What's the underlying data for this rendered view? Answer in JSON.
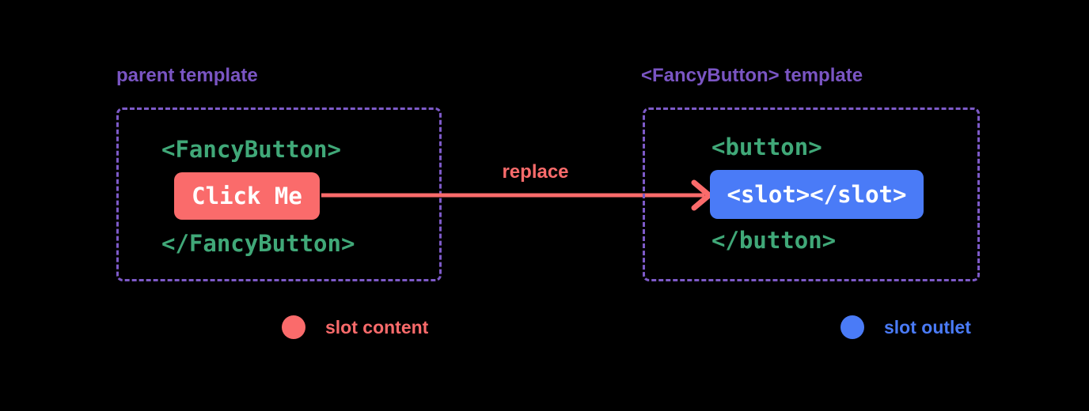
{
  "diagram": {
    "background_color": "#000000",
    "colors": {
      "purple": "#7a55c3",
      "green": "#40a878",
      "red": "#fa6b6b",
      "blue": "#4a7bf7",
      "white": "#ffffff"
    },
    "parent_panel": {
      "title": "parent template",
      "code_open": "<FancyButton>",
      "button_label": "Click Me",
      "code_close": "</FancyButton>"
    },
    "arrow": {
      "label": "replace"
    },
    "component_panel": {
      "title": "<FancyButton> template",
      "code_open": "<button>",
      "slot_label": "<slot></slot>",
      "code_close": "</button>"
    },
    "legend": [
      {
        "swatch_color": "#fa6b6b",
        "label": "slot content"
      },
      {
        "swatch_color": "#4a7bf7",
        "label": "slot outlet"
      }
    ]
  }
}
